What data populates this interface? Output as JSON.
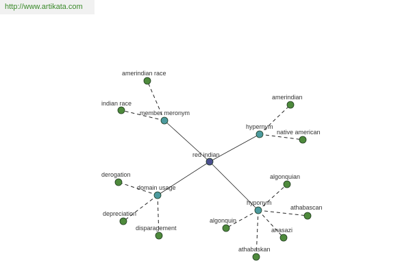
{
  "banner": {
    "url": "http://www.artikata.com"
  },
  "colors": {
    "center_node": "#4a4f8f",
    "relation_node": "#4c9a9e",
    "leaf_node": "#4e8a3c",
    "node_stroke": "#1f3a1f",
    "url_text": "#3a8a2a"
  },
  "graph": {
    "center": {
      "id": "red-indian",
      "label": "red indian"
    },
    "relations": [
      {
        "id": "member-meronym",
        "label": "member meronym",
        "leaves": [
          {
            "id": "amerindian-race",
            "label": "amerindian race"
          },
          {
            "id": "indian-race",
            "label": "indian race"
          }
        ]
      },
      {
        "id": "hypernym",
        "label": "hypernym",
        "leaves": [
          {
            "id": "amerindian",
            "label": "amerindian"
          },
          {
            "id": "native-american",
            "label": "native american"
          }
        ]
      },
      {
        "id": "domain-usage",
        "label": "domain usage",
        "leaves": [
          {
            "id": "derogation",
            "label": "derogation"
          },
          {
            "id": "depreciation",
            "label": "depreciation"
          },
          {
            "id": "disparagement",
            "label": "disparagement"
          }
        ]
      },
      {
        "id": "hyponym",
        "label": "hyponym",
        "leaves": [
          {
            "id": "algonquian",
            "label": "algonquian"
          },
          {
            "id": "athabascan",
            "label": "athabascan"
          },
          {
            "id": "anasazi",
            "label": "anasazi"
          },
          {
            "id": "algonquin",
            "label": "algonquin"
          },
          {
            "id": "athabaskan",
            "label": "athabaskan"
          }
        ]
      }
    ]
  }
}
